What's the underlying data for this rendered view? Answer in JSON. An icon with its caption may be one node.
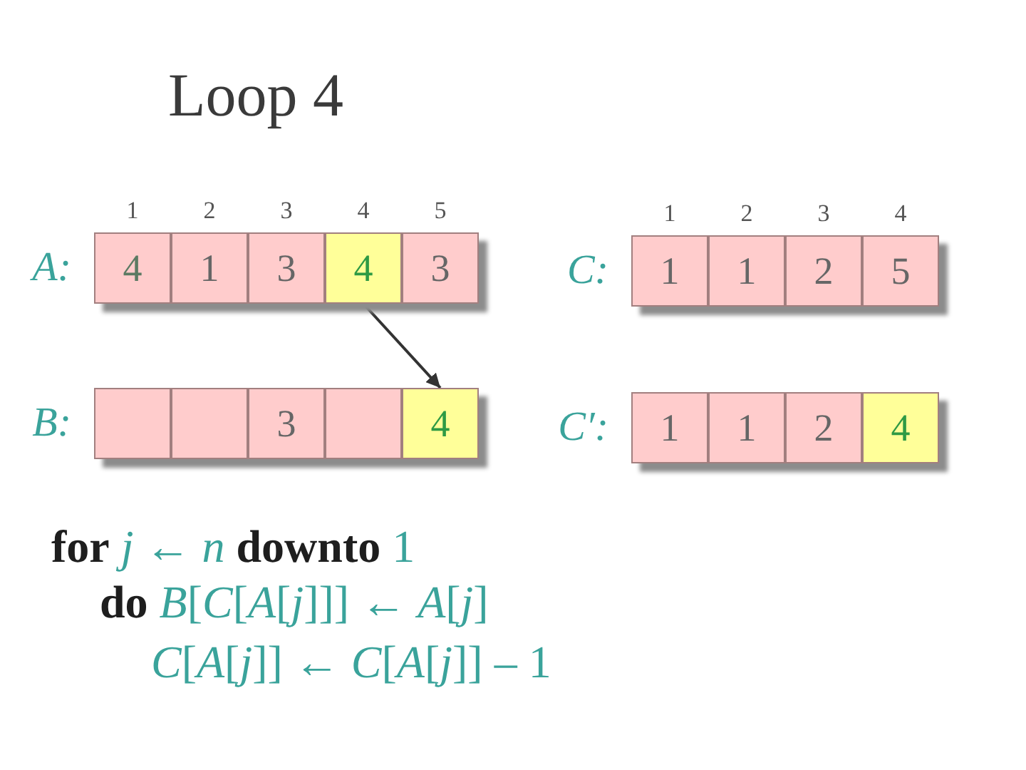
{
  "diagram": {
    "title": "Loop 4",
    "nodes": [
      {
        "text": [
          "A:"
        ]
      },
      {
        "text": [
          "4"
        ],
        "in": 0,
        "beside": [
          "1"
        ]
      },
      {
        "text": [
          "1"
        ],
        "in": 0,
        "beside": [
          "2"
        ]
      },
      {
        "text": [
          "3"
        ],
        "in": 0,
        "beside": [
          "3"
        ]
      },
      {
        "text": [
          "4"
        ],
        "in": 0,
        "beside": [
          "4"
        ]
      },
      {
        "text": [
          "3"
        ],
        "in": 0,
        "beside": [
          "5"
        ]
      },
      {
        "text": [
          "C:"
        ]
      },
      {
        "text": [
          "1"
        ],
        "in": 6,
        "beside": [
          "1"
        ]
      },
      {
        "text": [
          "1"
        ],
        "in": 6,
        "beside": [
          "2"
        ]
      },
      {
        "text": [
          "2"
        ],
        "in": 6,
        "beside": [
          "3"
        ]
      },
      {
        "text": [
          "5"
        ],
        "in": 6,
        "beside": [
          "4"
        ]
      },
      {
        "text": [
          "B:"
        ]
      },
      {
        "text": [],
        "shape": "box",
        "in": 11
      },
      {
        "text": [],
        "shape": "box",
        "in": 11
      },
      {
        "text": [
          "3"
        ],
        "in": 11
      },
      {
        "text": [],
        "shape": "box",
        "in": 11
      },
      {
        "text": [
          "4"
        ],
        "in": 11
      },
      {
        "text": [
          "C′:"
        ]
      },
      {
        "text": [
          "1"
        ],
        "in": 17
      },
      {
        "text": [
          "1"
        ],
        "in": 17
      },
      {
        "text": [
          "2"
        ],
        "in": 17
      },
      {
        "text": [
          "4"
        ],
        "in": 17
      }
    ],
    "edges": [
      {
        "from": 4,
        "to": 16,
        "arrow": "to"
      }
    ],
    "labels": [
      "**for** *j* ← *n* **downto** 1",
      "**do** *B*[*C*[*A*[*j*]]] ← *A*[*j*]",
      "*C*[*A*[*j*]] ← *C*[*A*[*j*]] – 1"
    ]
  }
}
